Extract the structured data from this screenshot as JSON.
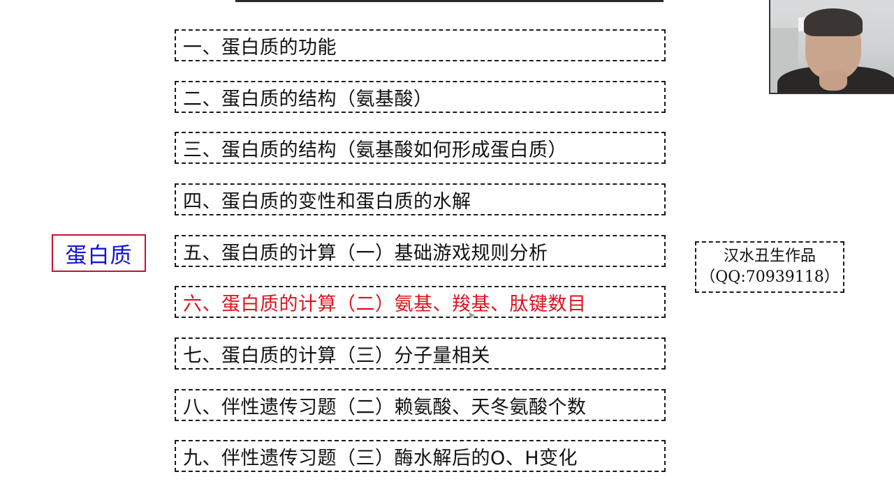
{
  "slide": {
    "main_label": "蛋白质",
    "topics": [
      {
        "label": "一、蛋白质的功能",
        "active": false
      },
      {
        "label": "二、蛋白质的结构（氨基酸）",
        "active": false
      },
      {
        "label": "三、蛋白质的结构（氨基酸如何形成蛋白质）",
        "active": false
      },
      {
        "label": "四、蛋白质的变性和蛋白质的水解",
        "active": false
      },
      {
        "label": "五、蛋白质的计算（一）基础游戏规则分析",
        "active": false
      },
      {
        "label": "六、蛋白质的计算（二）氨基、羧基、肽键数目",
        "active": true
      },
      {
        "label": "七、蛋白质的计算（三）分子量相关",
        "active": false
      },
      {
        "label": "八、伴性遗传习题（二）赖氨酸、天冬氨酸个数",
        "active": false
      },
      {
        "label": "九、伴性遗传习题（三）酶水解后的O、H变化",
        "active": false
      }
    ],
    "credit": {
      "line1": "汉水丑生作品",
      "line2": "（QQ:70939118）"
    }
  },
  "colors": {
    "active_topic": "#e0101e",
    "main_label_text": "#1212d8",
    "main_label_border": "#c8102e"
  },
  "webcam": {
    "icon": "webcam-video-feed"
  }
}
